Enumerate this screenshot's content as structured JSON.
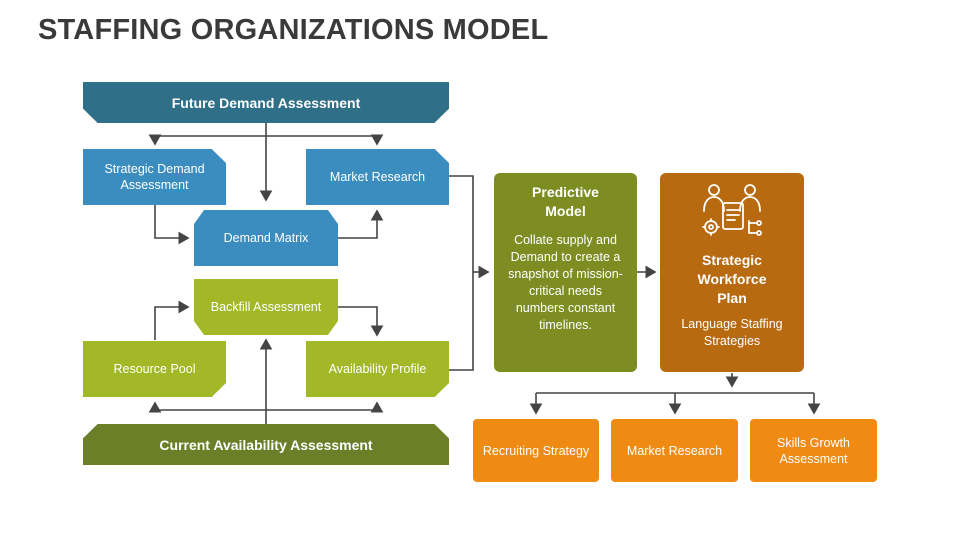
{
  "title": "STAFFING ORGANIZATIONS MODEL",
  "demand": {
    "banner": "Future Demand Assessment",
    "strategic": "Strategic Demand Assessment",
    "market": "Market Research",
    "matrix": "Demand Matrix"
  },
  "availability": {
    "backfill": "Backfill Assessment",
    "resource": "Resource Pool",
    "profile": "Availability Profile",
    "banner": "Current Availability Assessment"
  },
  "predictive": {
    "title": "Predictive Model",
    "body": "Collate supply and Demand to create a snapshot of mission-critical needs numbers constant timelines."
  },
  "workforce": {
    "icon": "team-document-gear-icon",
    "title": "Strategic Workforce Plan",
    "body": "Language Staffing Strategies"
  },
  "outputs": [
    "Recruiting Strategy",
    "Market Research",
    "Skills Growth Assessment"
  ],
  "colors": {
    "navy": "#2f6f87",
    "blue": "#3b8dbf",
    "dark_green": "#6b7f28",
    "light_green": "#a2b827",
    "olive": "#7d8d22",
    "rust": "#b76a10",
    "orange": "#ef8a13"
  }
}
